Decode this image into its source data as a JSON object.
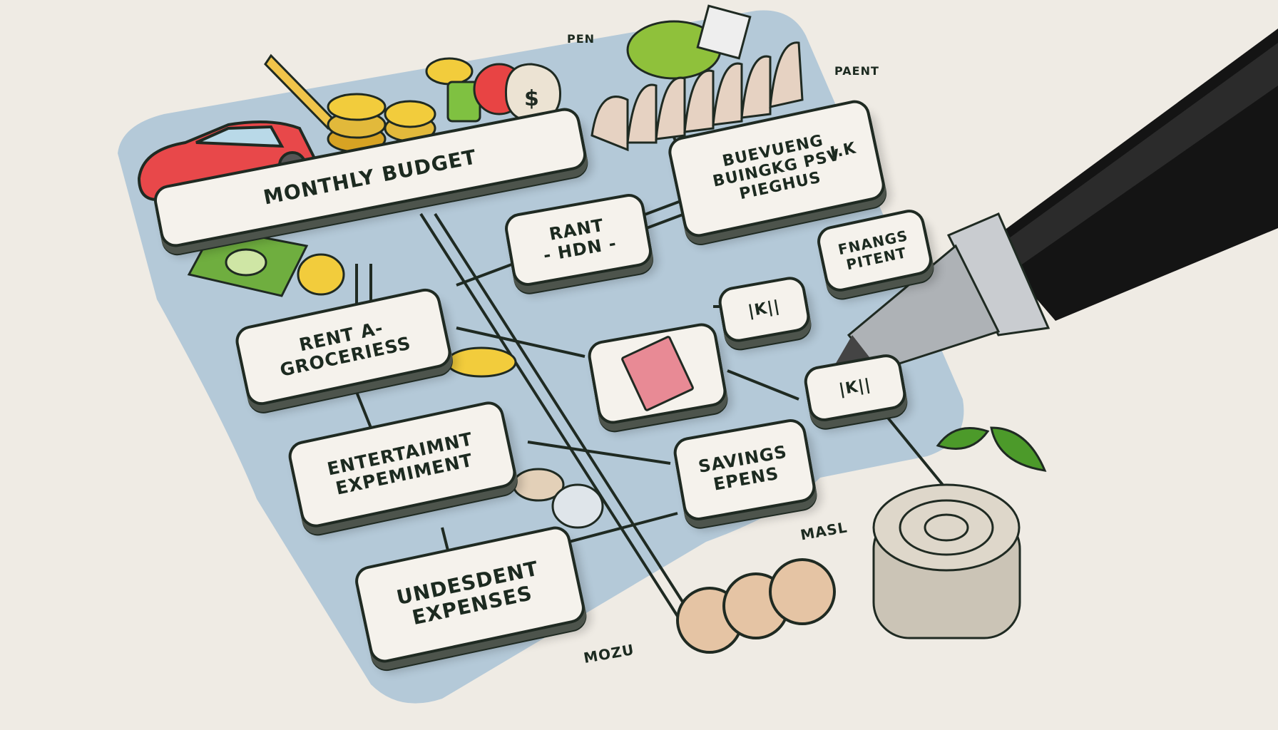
{
  "title": "MONTHLY BUDGET",
  "boxes": {
    "monthly_budget": "MONTHLY BUDGET",
    "buevueng": {
      "line1": "BUEVUENG",
      "line2": "BUINGKG PSV",
      "line3": "PIEGHUS",
      "mark": "I.K"
    },
    "rant": {
      "line1": "RANT",
      "line2": "- HDN -"
    },
    "fnangs": {
      "line1": "FNANGS",
      "line2": "PITENT"
    },
    "rent_groceries": {
      "line1": "RENT  A-",
      "line2": "GROCERIESS"
    },
    "tally_1": "|K||",
    "tally_2": "|K||",
    "entertainment": {
      "line1": "ENTERTAIMNT",
      "line2": "EXPEMIMENT"
    },
    "savings": {
      "line1": "SAVINGS",
      "line2": "EPENS"
    },
    "undesdent": {
      "line1": "UNDESDENT",
      "line2": "EXPENSES"
    }
  },
  "notes": {
    "pen": "PEN",
    "paent": "PAENT",
    "masl": "MASL",
    "mozu": "MOZU"
  },
  "colors": {
    "paper": "#efebe4",
    "board": "#a9c3d6",
    "ink": "#1f2a22",
    "box": "#f5f2ec",
    "pen": "#111111"
  }
}
